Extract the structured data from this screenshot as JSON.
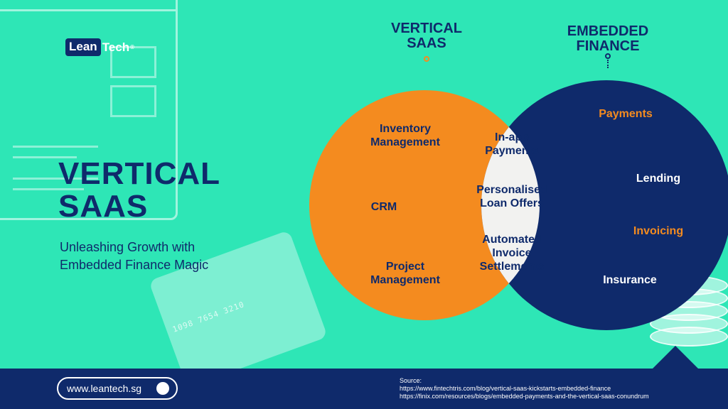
{
  "brand": {
    "logo_lean": "Lean",
    "logo_tech": "Tech",
    "logo_mark": "®"
  },
  "headline": {
    "line1": "VERTICAL",
    "line2": "SAAS"
  },
  "subtitle": {
    "line1": "Unleashing Growth with",
    "line2": "Embedded Finance Magic"
  },
  "decor": {
    "card_number": "1098 7654 3210"
  },
  "venn": {
    "left_title": [
      "VERTICAL",
      "SAAS"
    ],
    "right_title": [
      "EMBEDDED",
      "FINANCE"
    ],
    "left_items": [
      [
        "Inventory",
        "Management"
      ],
      [
        "CRM"
      ],
      [
        "Project",
        "Management"
      ]
    ],
    "overlap_items": [
      [
        "In-app",
        "Payments"
      ],
      [
        "Personalised",
        "Loan Offers"
      ],
      [
        "Automated",
        "Invoice",
        "Settlements"
      ]
    ],
    "right_items": [
      "Payments",
      "Lending",
      "Invoicing",
      "Insurance"
    ],
    "colors": {
      "left": "#f48b1f",
      "right": "#0f2a6b",
      "overlap": "#f2f2f0",
      "accent": "#f48b1f"
    }
  },
  "footer": {
    "website": "www.leantech.sg",
    "source_label": "Source:",
    "source_1": "https://www.fintechtris.com/blog/vertical-saas-kickstarts-embedded-finance",
    "source_2": "https://finix.com/resources/blogs/embedded-payments-and-the-vertical-saas-conundrum"
  }
}
